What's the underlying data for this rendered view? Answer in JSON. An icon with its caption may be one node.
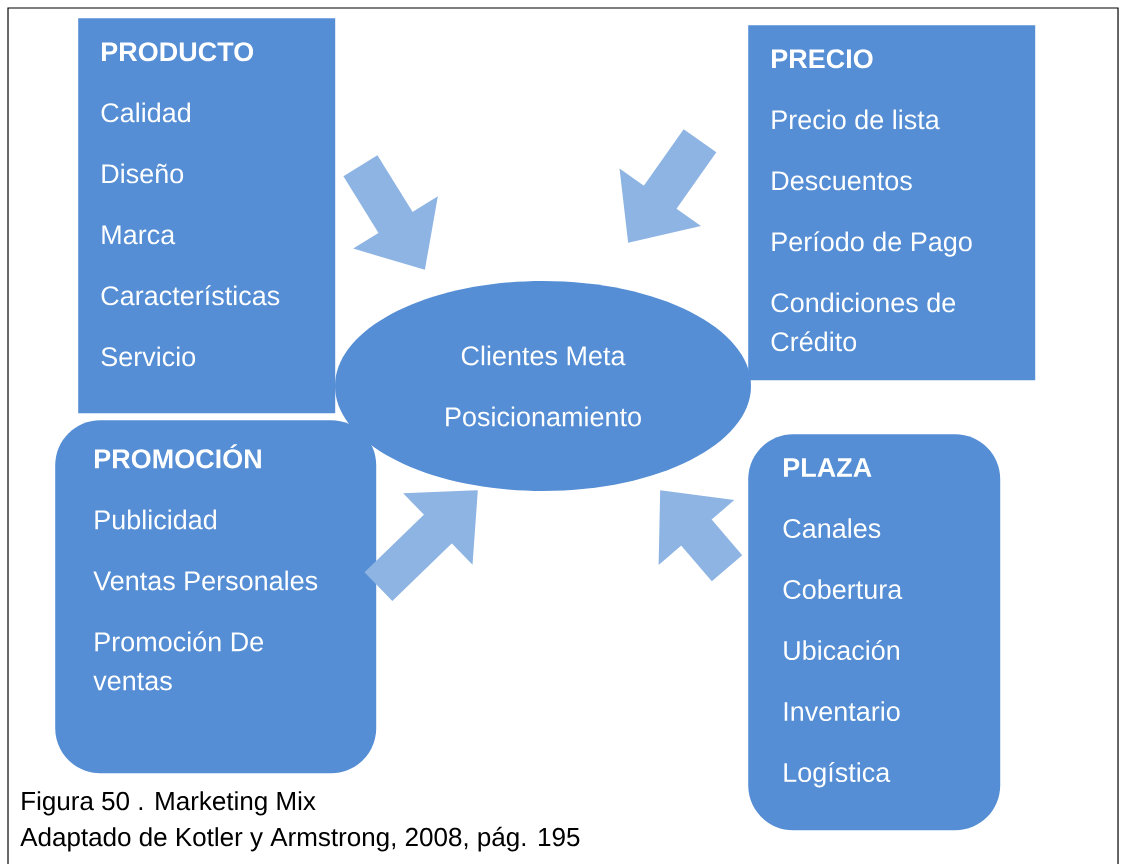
{
  "diagram": {
    "caption": "Figura 50 . Marketing Mix",
    "nodes": [
      {
        "text": [
          "PRODUCTO",
          "Calidad",
          "Diseño",
          "Marca",
          "Características",
          "Servicio"
        ]
      },
      {
        "text": [
          "PRECIO",
          "Precio de lista",
          "Descuentos",
          "Período de Pago",
          "Condiciones de Crédito"
        ]
      },
      {
        "text": [
          "Clientes Meta",
          "Posicionamiento"
        ]
      },
      {
        "text": [
          "PROMOCIÓN",
          "Publicidad",
          "Ventas Personales",
          "Promoción De ventas"
        ]
      },
      {
        "text": [
          "PLAZA",
          "Canales",
          "Cobertura",
          "Ubicación",
          "Inventario",
          "Logística"
        ]
      }
    ],
    "edges": [
      {
        "from": 0,
        "to": 2,
        "arrow": "to"
      },
      {
        "from": 1,
        "to": 2,
        "arrow": "to"
      },
      {
        "from": 3,
        "to": 2,
        "arrow": "to"
      },
      {
        "from": 4,
        "to": 2,
        "arrow": "to"
      }
    ],
    "labels": [
      "Adaptado de Kotler y Armstrong, 2008, pág. 195"
    ]
  }
}
